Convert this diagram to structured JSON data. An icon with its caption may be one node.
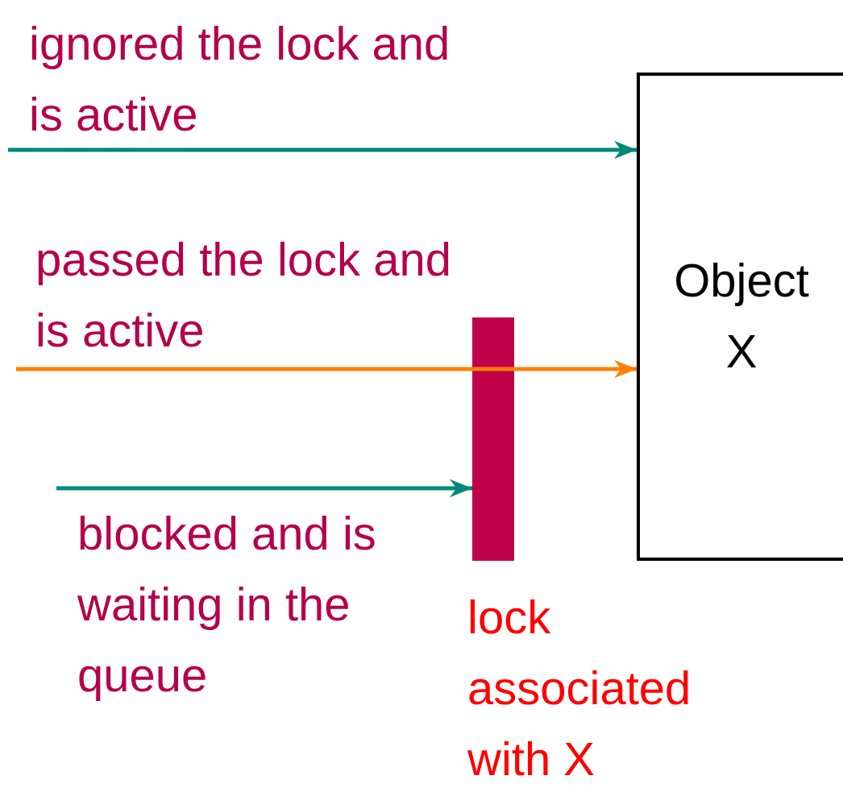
{
  "diagram": {
    "nodes": [
      {
        "text": [
          "Object X"
        ]
      },
      {
        "text": [],
        "shape": "bar",
        "beside": [
          "lock associated with X"
        ]
      }
    ],
    "edges": [
      {
        "from": null,
        "to": 0,
        "arrow": "to",
        "label": "ignored the lock and is active",
        "color": "#00897b"
      },
      {
        "from": null,
        "to": 0,
        "arrow": "to",
        "label": "passed the lock and is active",
        "color": "#ff8000"
      },
      {
        "from": null,
        "to": 1,
        "arrow": "to",
        "label": "blocked and is waiting in the queue",
        "color": "#00897b"
      }
    ]
  }
}
